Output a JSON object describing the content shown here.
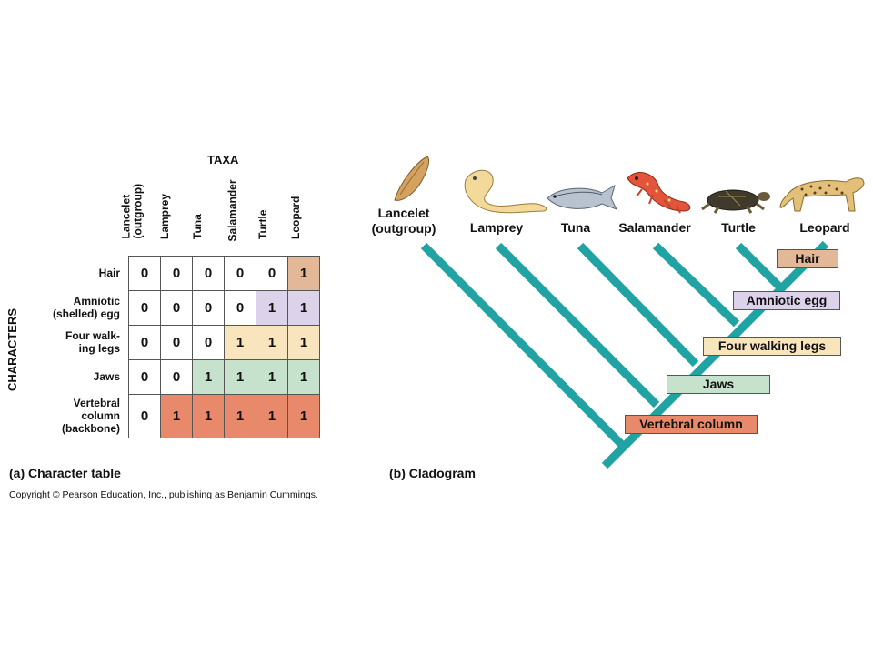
{
  "table": {
    "taxa_label": "TAXA",
    "characters_label": "CHARACTERS",
    "columns": [
      "Lancelet (outgroup)",
      "Lamprey",
      "Tuna",
      "Salamander",
      "Turtle",
      "Leopard"
    ],
    "rows": [
      {
        "label": "Hair",
        "values": [
          "0",
          "0",
          "0",
          "0",
          "0",
          "1"
        ]
      },
      {
        "label": "Amniotic (shelled) egg",
        "values": [
          "0",
          "0",
          "0",
          "0",
          "1",
          "1"
        ]
      },
      {
        "label": "Four walk- ing legs",
        "values": [
          "0",
          "0",
          "0",
          "1",
          "1",
          "1"
        ]
      },
      {
        "label": "Jaws",
        "values": [
          "0",
          "0",
          "1",
          "1",
          "1",
          "1"
        ]
      },
      {
        "label": "Vertebral column (backbone)",
        "values": [
          "0",
          "1",
          "1",
          "1",
          "1",
          "1"
        ]
      }
    ],
    "row_labels_lines": [
      [
        "Hair"
      ],
      [
        "Amniotic",
        "(shelled) egg"
      ],
      [
        "Four walk-",
        "ing legs"
      ],
      [
        "Jaws"
      ],
      [
        "Vertebral",
        "column",
        "(backbone)"
      ]
    ],
    "column_labels_lines": [
      [
        "Lancelet",
        "(outgroup)"
      ],
      [
        "Lamprey"
      ],
      [
        "Tuna"
      ],
      [
        "Salamander"
      ],
      [
        "Turtle"
      ],
      [
        "Leopard"
      ]
    ],
    "caption": "(a) Character table"
  },
  "cladogram": {
    "taxa": [
      "Lancelet\n(outgroup)",
      "Lamprey",
      "Tuna",
      "Salamander",
      "Turtle",
      "Leopard"
    ],
    "lancelet_line1": "Lancelet",
    "lancelet_line2": "(outgroup)",
    "characters": [
      "Hair",
      "Amniotic egg",
      "Four walking legs",
      "Jaws",
      "Vertebral column"
    ],
    "caption": "(b) Cladogram"
  },
  "colors": {
    "branch": "#22a3a3",
    "hair": "#e2b899",
    "amniotic_egg": "#dcd2ea",
    "four_walking_legs": "#f9e5bd",
    "jaws": "#c6e2cc",
    "vertebral_column": "#e9896b"
  },
  "icons": [
    "lancelet-icon",
    "lamprey-icon",
    "tuna-icon",
    "salamander-icon",
    "turtle-icon",
    "leopard-icon"
  ],
  "copyright": "Copyright © Pearson Education, Inc., publishing as Benjamin Cummings."
}
